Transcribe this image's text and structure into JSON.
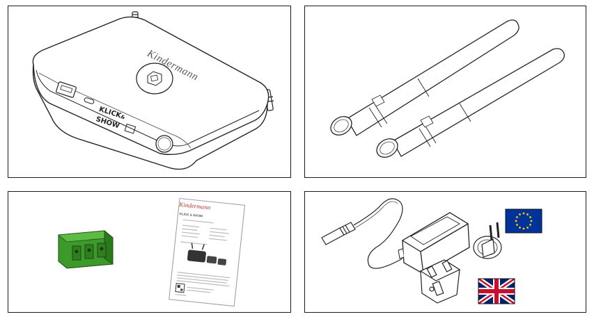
{
  "device": {
    "brand_logo": "Kindermann",
    "product_mark_line1": "KLICK",
    "product_mark_sub": "&",
    "product_mark_line2": "SHOW"
  },
  "leaflet": {
    "brand_logo": "Kindermann",
    "title": "KLICK & SHOW"
  },
  "power": {
    "flag_top": "EU",
    "flag_bottom": "UK"
  },
  "colors": {
    "terminal_green": "#3c9a2a",
    "eu_blue": "#003399",
    "eu_star": "#ffcc00",
    "uk_blue": "#012169",
    "uk_red": "#c8102e",
    "logo_red": "#c0392b"
  }
}
